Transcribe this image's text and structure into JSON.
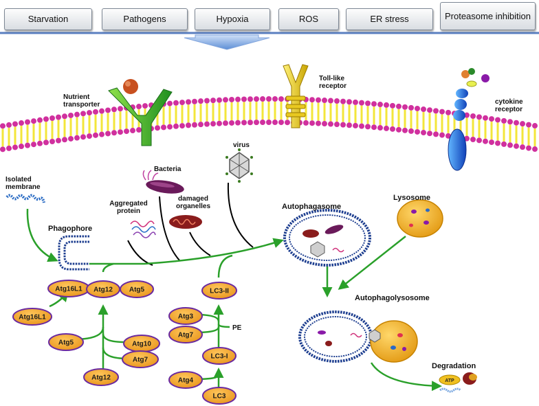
{
  "stresses": [
    "Starvation",
    "Pathogens",
    "Hypoxia",
    "ROS",
    "ER stress",
    "Proteasome inhibition"
  ],
  "membrane": {
    "nutrient_transporter": "Nutrient transporter",
    "toll_like_receptor": "Toll-like receptor",
    "cytokine_receptor": "cytokine receptor"
  },
  "cargo": {
    "isolated_membrane": "Isolated membrane",
    "bacteria": "Bacteria",
    "virus": "virus",
    "aggregated_protein": "Aggregated protein",
    "damaged_organelles": "damaged organelles"
  },
  "stages": {
    "phagophore": "Phagophore",
    "autophagosome": "Autophagasome",
    "lysosome": "Lysosome",
    "autophagolysosome": "Autophagolysosome",
    "degradation": "Degradation",
    "atp": "ATP"
  },
  "proteins": {
    "atg16l1_complex": "Atg16L1",
    "atg12_complex": "Atg12",
    "atg5_complex": "Atg5",
    "atg16l1": "Atg16L1",
    "atg5": "Atg5",
    "atg10": "Atg10",
    "atg7_left": "Atg7",
    "atg12": "Atg12",
    "lc3_ii": "LC3-II",
    "atg3": "Atg3",
    "atg7_right": "Atg7",
    "pe": "PE",
    "lc3_i": "LC3-I",
    "atg4": "Atg4",
    "lc3": "LC3"
  },
  "colors": {
    "oval_fill": "#f0a82c",
    "oval_stroke": "#6a2aa0",
    "arrow_green": "#2aa02a",
    "lipid_head": "#d0309e",
    "lipid_tail": "#f3e63a",
    "vesicle_blue": "#27408b",
    "top_line": "#5a7fc0"
  }
}
